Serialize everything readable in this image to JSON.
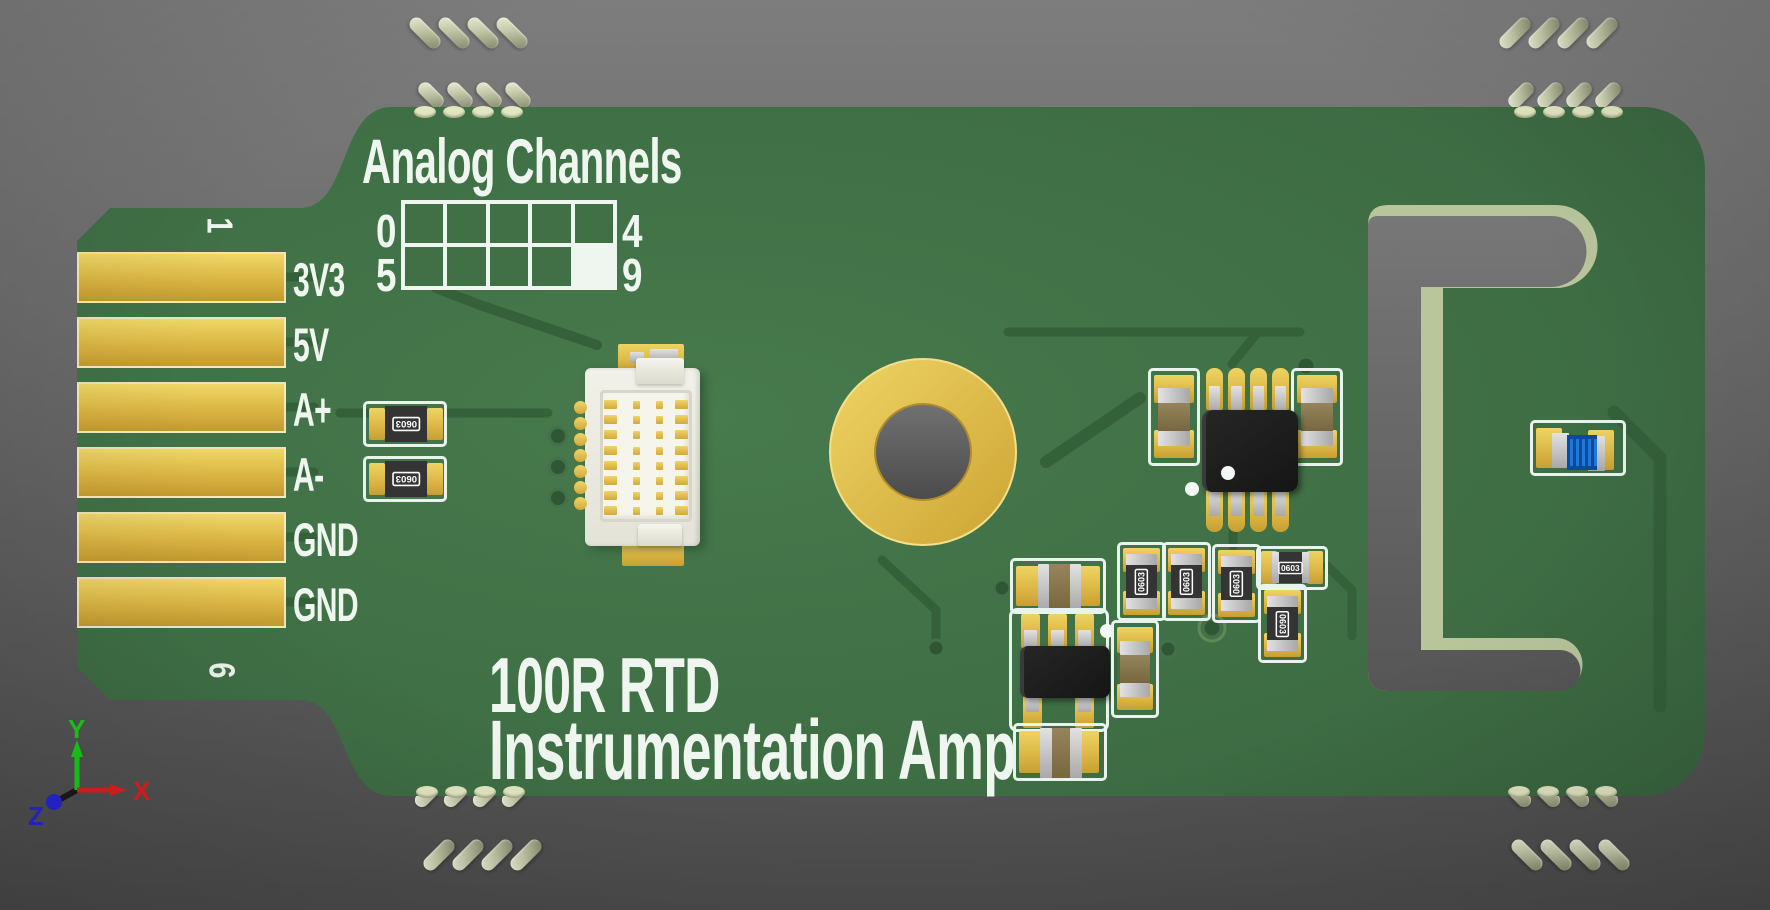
{
  "viewer": {
    "type": "pcb-3d-viewer",
    "background_top": "#7d7d7d",
    "background_bottom": "#4b4b4b"
  },
  "board": {
    "color_green": "#3f7046",
    "color_trace": "#34603a",
    "color_gold": "#ddb846",
    "color_silkscreen": "#eef6ef",
    "color_slot_edge": "#b9c69c",
    "silkscreen": {
      "heading": "Analog Channels",
      "title_line1": "100R RTD",
      "title_line2": "Instrumentation Amp",
      "grid": {
        "cols": 5,
        "rows": 2,
        "row1_left": "0",
        "row1_right": "4",
        "row2_left": "5",
        "row2_right": "9",
        "filled_index": 9
      },
      "pin_number_first": "1",
      "pin_number_last": "6",
      "pin_labels": [
        "3V3",
        "5V",
        "A+",
        "A-",
        "GND",
        "GND"
      ]
    },
    "markings": {
      "r0603": "0603"
    },
    "components_blue": "#1266c0",
    "pin_metal": "#c2c6a6"
  },
  "axis_gizmo": {
    "x_label": "X",
    "y_label": "Y",
    "z_label": "Z",
    "x_color": "#e02020",
    "y_color": "#18d018",
    "z_color": "#2020e0"
  }
}
